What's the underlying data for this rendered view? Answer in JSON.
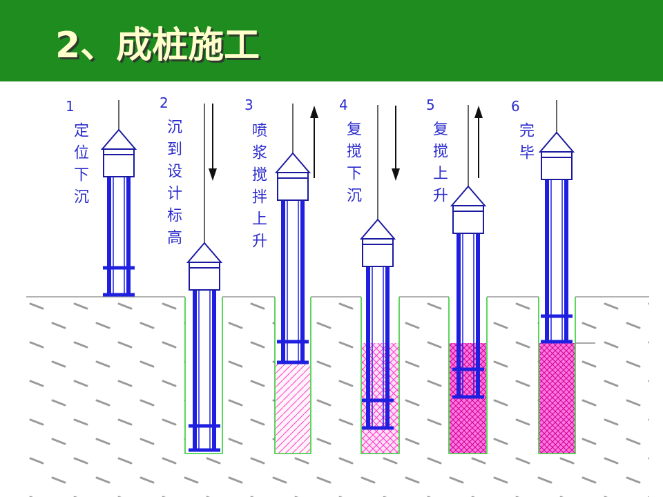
{
  "slide": {
    "title": "2、成桩施工"
  },
  "steps": [
    {
      "number": "1",
      "label": "定位下沉"
    },
    {
      "number": "2",
      "label": "沉到设计标高",
      "arrow": "down-arrow-icon"
    },
    {
      "number": "3",
      "label": "喷浆搅拌上升",
      "arrow": "up-arrow-icon"
    },
    {
      "number": "4",
      "label": "复搅下沉",
      "arrow": "down-arrow-icon"
    },
    {
      "number": "5",
      "label": "复搅上升",
      "arrow": "up-arrow-icon"
    },
    {
      "number": "6",
      "label": "完毕"
    }
  ],
  "colors": {
    "header": "#1e8c1e",
    "title": "#ffffcc",
    "label": "#2b2bcc",
    "rod": "#1f1fe0",
    "head_outline": "#1a1aa0",
    "hole_outline": "#33cc33",
    "ground": "#9a9a9a"
  }
}
